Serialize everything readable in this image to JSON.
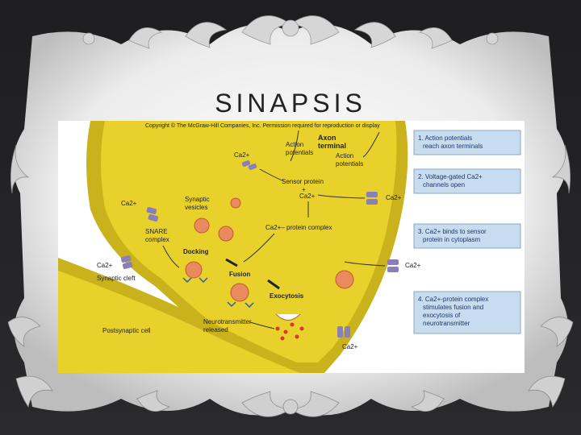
{
  "slide": {
    "title": "SINAPSIS"
  },
  "figure": {
    "copyright": "Copyright © The McGraw-Hill Companies, Inc. Permission required for reproduction or display",
    "labels": {
      "axon_terminal_1": "Axon",
      "axon_terminal_2": "terminal",
      "action_potentials_left_1": "Action",
      "action_potentials_left_2": "potentials",
      "action_potentials_right_1": "Action",
      "action_potentials_right_2": "potentials",
      "ca_top": "Ca2+",
      "sensor_protein": "Sensor protein",
      "plus": "+",
      "ca_mid": "Ca2+",
      "ca_left": "Ca2+",
      "synaptic_vesicles_1": "Synaptic",
      "synaptic_vesicles_2": "vesicles",
      "ca_right_top": "Ca2+",
      "complex": "Ca2+– protein complex",
      "snare_1": "SNARE",
      "snare_2": "complex",
      "docking": "Docking",
      "ca_cleft": "Ca2+",
      "synaptic_cleft": "Synaptic cleft",
      "fusion": "Fusion",
      "ca_right_mid": "Ca2+",
      "exocytosis": "Exocytosis",
      "neurotransmitter_1": "Neurotransmitter",
      "neurotransmitter_2": "released",
      "postsynaptic": "Postsynaptic cell",
      "ca_bottom": "Ca2+"
    },
    "steps": [
      {
        "line1": "1. Action potentials",
        "line2": "reach axon terminals",
        "line3": ""
      },
      {
        "line1": "2. Voltage-gated Ca2+",
        "line2": "channels open",
        "line3": ""
      },
      {
        "line1": "3. Ca2+ binds to sensor",
        "line2": "protein in cytoplasm",
        "line3": ""
      },
      {
        "line1": "4. Ca2+-protein complex",
        "line2": "stimulates fusion and",
        "line3": "exocytosis of",
        "line4": "neurotransmitter"
      }
    ]
  },
  "colors": {
    "terminal_fill": "#e8d12a",
    "membrane_edge": "#c9b21c",
    "panel_fill": "#c8dcf0",
    "panel_text": "#1a3a6b",
    "channel": "#8a7fb8",
    "vesicle": "#e98a5f"
  }
}
